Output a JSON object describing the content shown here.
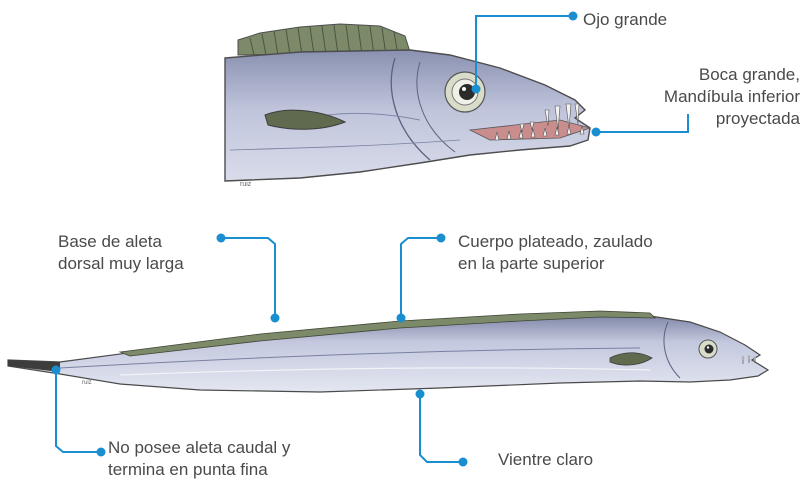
{
  "annotations": {
    "eye": "Ojo grande",
    "mouth_line1": "Boca grande,",
    "mouth_line2": "Mandíbula inferior",
    "mouth_line3": "proyectada",
    "dorsal_line1": "Base de aleta",
    "dorsal_line2": "dorsal muy larga",
    "body_line1": "Cuerpo plateado, zaulado",
    "body_line2": "en la parte superior",
    "caudal_line1": "No posee aleta caudal y",
    "caudal_line2": "termina en punta fina",
    "belly": "Vientre claro"
  },
  "colors": {
    "callout": "#1a8fd0",
    "body": "#b9bfd8",
    "body_dark": "#8c93b3",
    "fin": "#7c8a6a",
    "text": "#4a4a4a"
  }
}
